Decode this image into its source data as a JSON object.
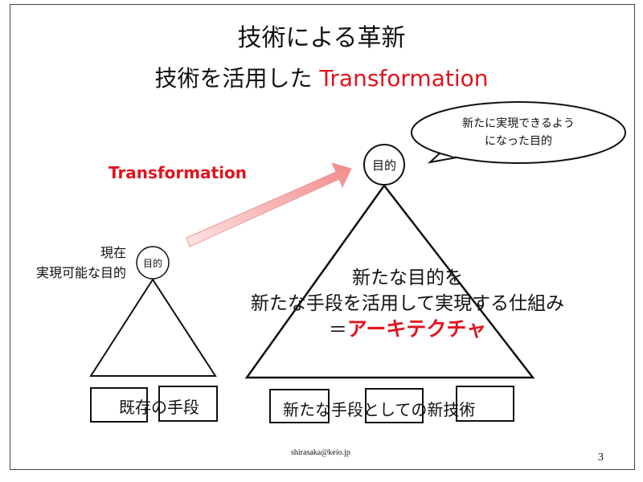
{
  "slide": {
    "title": "技術による革新",
    "subtitle_prefix": "技術を活用した ",
    "subtitle_highlight": "Transformation",
    "transformation_label": "Transformation",
    "speech_bubble": [
      "新たに実現できるよう",
      "になった目的"
    ],
    "new_goal_circle": "目的",
    "current_goal_circle": "目的",
    "current_goal_label": [
      "現在",
      "実現可能な目的"
    ],
    "architecture_text": [
      "新たな目的を",
      "新たな手段を活用して実現する仕組み"
    ],
    "architecture_prefix": "＝",
    "architecture_highlight": "アーキテクチャ",
    "existing_means": "既存の手段",
    "new_means": "新たな手段としての新技術",
    "footer_email": "shirasaka@keio.jp",
    "page_number": "3"
  },
  "colors": {
    "accent": "#e0141e",
    "arrow": "#f4a0a0"
  }
}
